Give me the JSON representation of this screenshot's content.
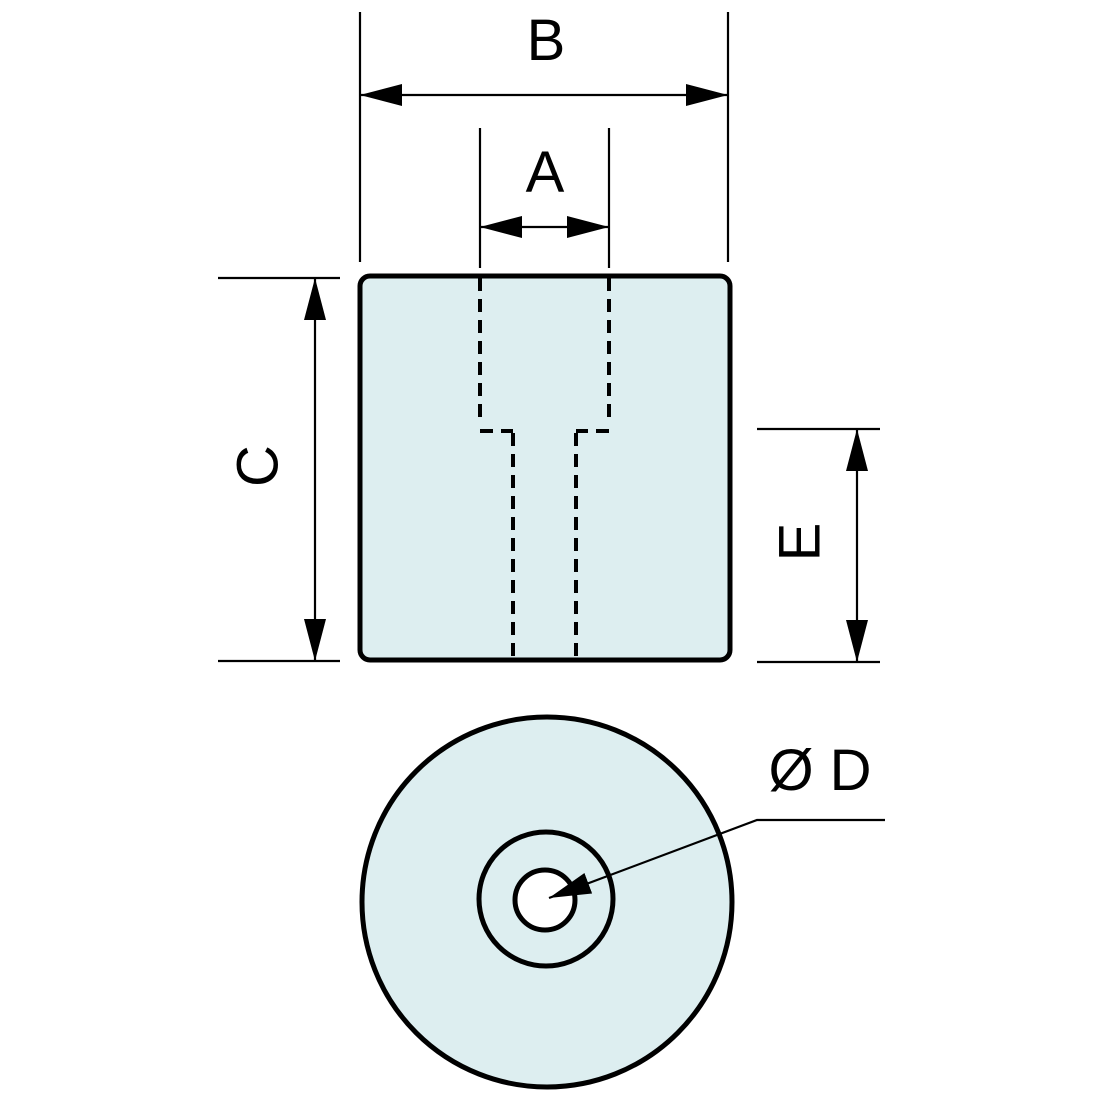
{
  "drawing": {
    "labels": {
      "dim_a": "A",
      "dim_b": "B",
      "dim_c": "C",
      "dim_e": "E",
      "dim_d": "Ø D"
    },
    "colors": {
      "background": "#ffffff",
      "part_fill": "#ddeef0",
      "hole_fill": "#ffffff",
      "line": "#000000"
    }
  }
}
